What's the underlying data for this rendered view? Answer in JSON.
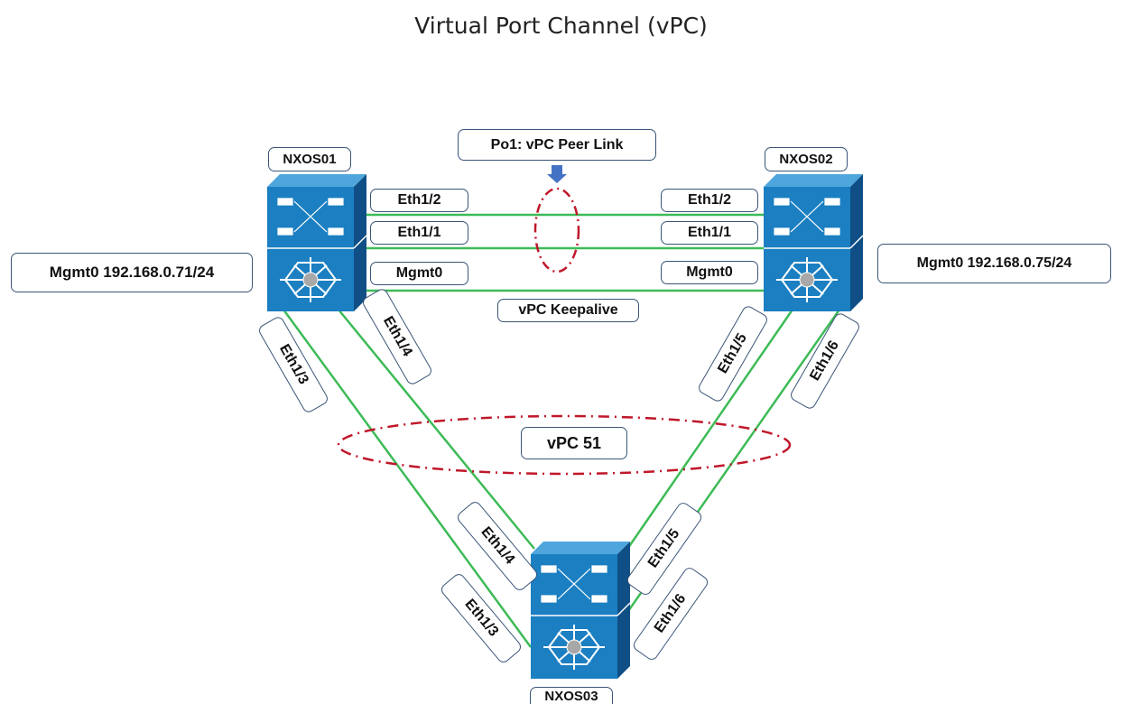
{
  "title": "Virtual Port Channel (vPC)",
  "switches": {
    "nxos01": "NXOS01",
    "nxos02": "NXOS02",
    "nxos03": "NXOS03"
  },
  "mgmt": {
    "nxos01": "Mgmt0 192.168.0.71/24",
    "nxos02": "Mgmt0 192.168.0.75/24"
  },
  "peer_link": "Po1: vPC Peer Link",
  "keepalive": "vPC Keepalive",
  "vpc": "vPC 51",
  "ports": {
    "s1_eth12": "Eth1/2",
    "s1_eth11": "Eth1/1",
    "s1_mgmt": "Mgmt0",
    "s2_eth12": "Eth1/2",
    "s2_eth11": "Eth1/1",
    "s2_mgmt": "Mgmt0",
    "s1_eth13": "Eth1/3",
    "s1_eth14": "Eth1/4",
    "s2_eth15": "Eth1/5",
    "s2_eth16": "Eth1/6",
    "s3_eth14": "Eth1/4",
    "s3_eth13": "Eth1/3",
    "s3_eth15": "Eth1/5",
    "s3_eth16": "Eth1/6"
  },
  "colors": {
    "link": "#3dbb57",
    "switch_front": "#1b7fc2",
    "switch_top": "#4ea6dc",
    "switch_side": "#0f4f86",
    "ellipse": "#c0182a",
    "arrow": "#4472c4"
  }
}
